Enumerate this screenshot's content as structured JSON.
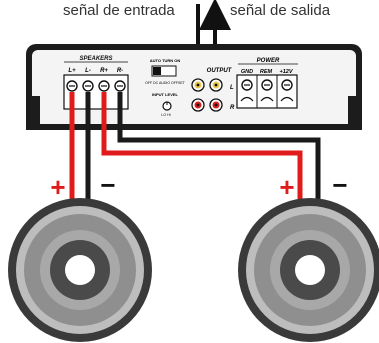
{
  "signal_labels": {
    "input": "señal de entrada",
    "output": "señal de salida"
  },
  "amplifier": {
    "speakers_header": "SPEAKERS",
    "speaker_terminals": [
      "L+",
      "L-",
      "R+",
      "R-"
    ],
    "switch_label": "AUTO TURN ON",
    "switch_modes": "OFF DC AUDIO OFFSET",
    "input_level_label": "INPUT LEVEL",
    "level_marks": "LO HI",
    "output_header": "OUTPUT",
    "output_channels": [
      "L",
      "R"
    ],
    "power_header": "POWER",
    "power_terminals": [
      "GND",
      "REM",
      "+12V"
    ]
  },
  "polarity_marks": {
    "left_positive": "+",
    "left_negative": "−",
    "right_positive": "+",
    "right_negative": "−"
  },
  "colors": {
    "positive_wire": "#e01b1b",
    "negative_wire": "#1a1a1a",
    "rca_ring": "#e8c84a",
    "rca_right": "#d81e1e",
    "speaker_outer": "#3a3a3a",
    "speaker_inner": "#9a9a9a"
  }
}
